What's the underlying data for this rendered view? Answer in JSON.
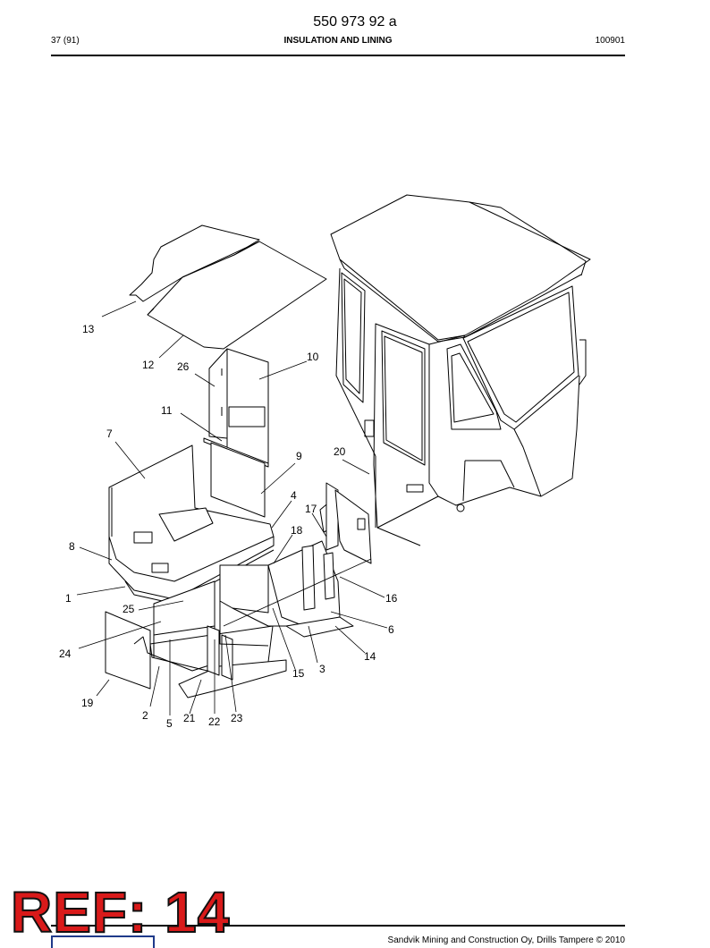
{
  "header": {
    "document_number": "550 973 92 a",
    "page": "37 (91)",
    "section_title": "INSULATION AND LINING",
    "date_code": "100901"
  },
  "callouts": [
    "13",
    "12",
    "26",
    "10",
    "11",
    "7",
    "9",
    "20",
    "4",
    "17",
    "8",
    "18",
    "1",
    "16",
    "25",
    "6",
    "24",
    "14",
    "15",
    "3",
    "19",
    "2",
    "5",
    "21",
    "22",
    "23"
  ],
  "footer": {
    "copyright": "Sandvik Mining and Construction Oy, Drills Tampere © 2010"
  },
  "stamp": {
    "text": "REF: 14",
    "color": "#d91a1a"
  }
}
